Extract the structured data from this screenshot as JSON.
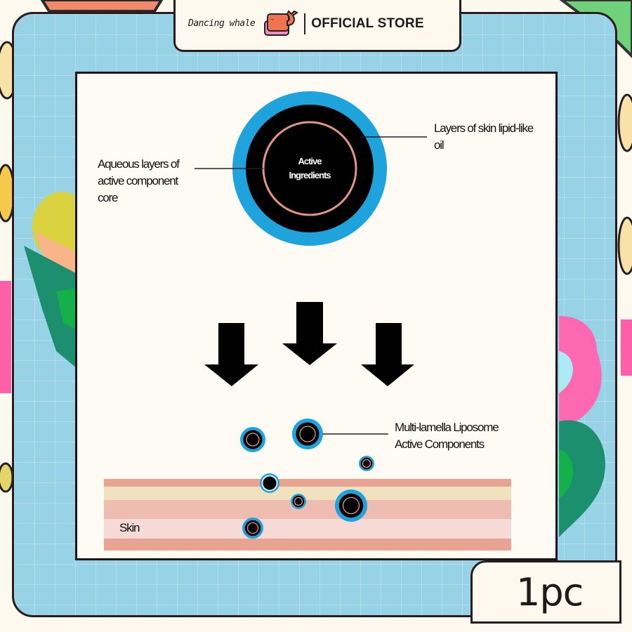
{
  "header": {
    "brand_name": "Dancing whale",
    "store_label": "OFFICIAL STORE",
    "logo_icon": "whale-logo-icon"
  },
  "diagram": {
    "core_label_line1": "Active",
    "core_label_line2": "Ingredients",
    "left_label": [
      "Aqueous layers of",
      "active component",
      "core"
    ],
    "right_label": [
      "Layers of skin lipid-like",
      "oil"
    ],
    "liposome_label": [
      "Multi-lamella  Liposome",
      "Active Components"
    ],
    "skin_label": "Skin",
    "arrows": 3,
    "colors": {
      "outer_ring": "#1ea3dc",
      "core": "#000000",
      "inner_ring": "#e6948a",
      "skin_layers": [
        "#e8a393",
        "#f0e1bf",
        "#eebcb0",
        "#f5dad6",
        "#e8a393"
      ]
    }
  },
  "quantity": "1pc",
  "theme": {
    "panel_blue": "#97d2e6",
    "frame_dark": "#2a1c1e",
    "cream": "#fdf9ef"
  }
}
